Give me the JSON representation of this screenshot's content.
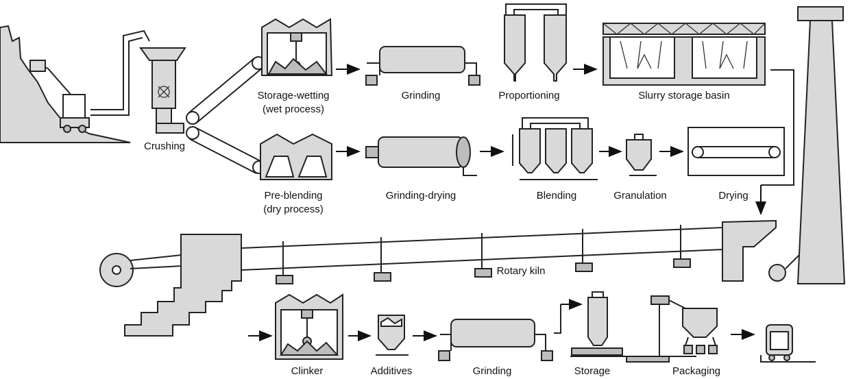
{
  "stages": {
    "crushing": "Crushing",
    "storage_wetting": [
      "Storage-wetting",
      "(wet process)"
    ],
    "grinding_wet": "Grinding",
    "proportioning": "Proportioning",
    "slurry_storage": "Slurry storage basin",
    "pre_blending": [
      "Pre-blending",
      "(dry process)"
    ],
    "grinding_drying": "Grinding-drying",
    "blending": "Blending",
    "granulation": "Granulation",
    "drying": "Drying",
    "rotary_kiln": "Rotary kiln",
    "clinker": "Clinker",
    "additives": "Additives",
    "grinding_final": "Grinding",
    "storage": "Storage",
    "packaging": "Packaging"
  },
  "colors": {
    "equipment_fill": "#d9d9d9",
    "equipment_dark": "#bdbdbd",
    "stroke": "#222222"
  }
}
